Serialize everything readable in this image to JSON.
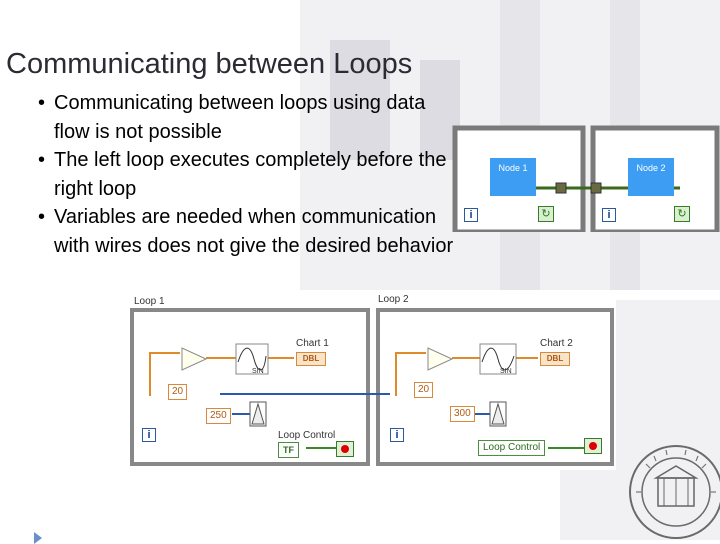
{
  "slide": {
    "title": "Communicating between Loops",
    "bullets": [
      "Communicating between loops using data flow is not possible",
      "The left loop executes completely before the right loop",
      "Variables are needed when communication with wires does not give the desired behavior"
    ]
  },
  "top_diagram": {
    "node1": "Node 1",
    "node2": "Node 2",
    "iteration_symbol": "i"
  },
  "bottom_diagram": {
    "loop1_label": "Loop 1",
    "loop2_label": "Loop 2",
    "chart1_label": "Chart 1",
    "chart2_label": "Chart 2",
    "dbl": "DBL",
    "sin": "SIN",
    "const_20_left": "20",
    "const_20_right": "20",
    "const_250": "250",
    "const_300": "300",
    "loop_control_1": "Loop Control",
    "loop_control_2": "Loop Control",
    "tf": "TF",
    "iteration_symbol": "i"
  },
  "colors": {
    "wire_orange": "#e08a2a",
    "wire_green": "#3a8a2a",
    "node_blue": "#3c9df2",
    "loop_border": "#888888"
  }
}
